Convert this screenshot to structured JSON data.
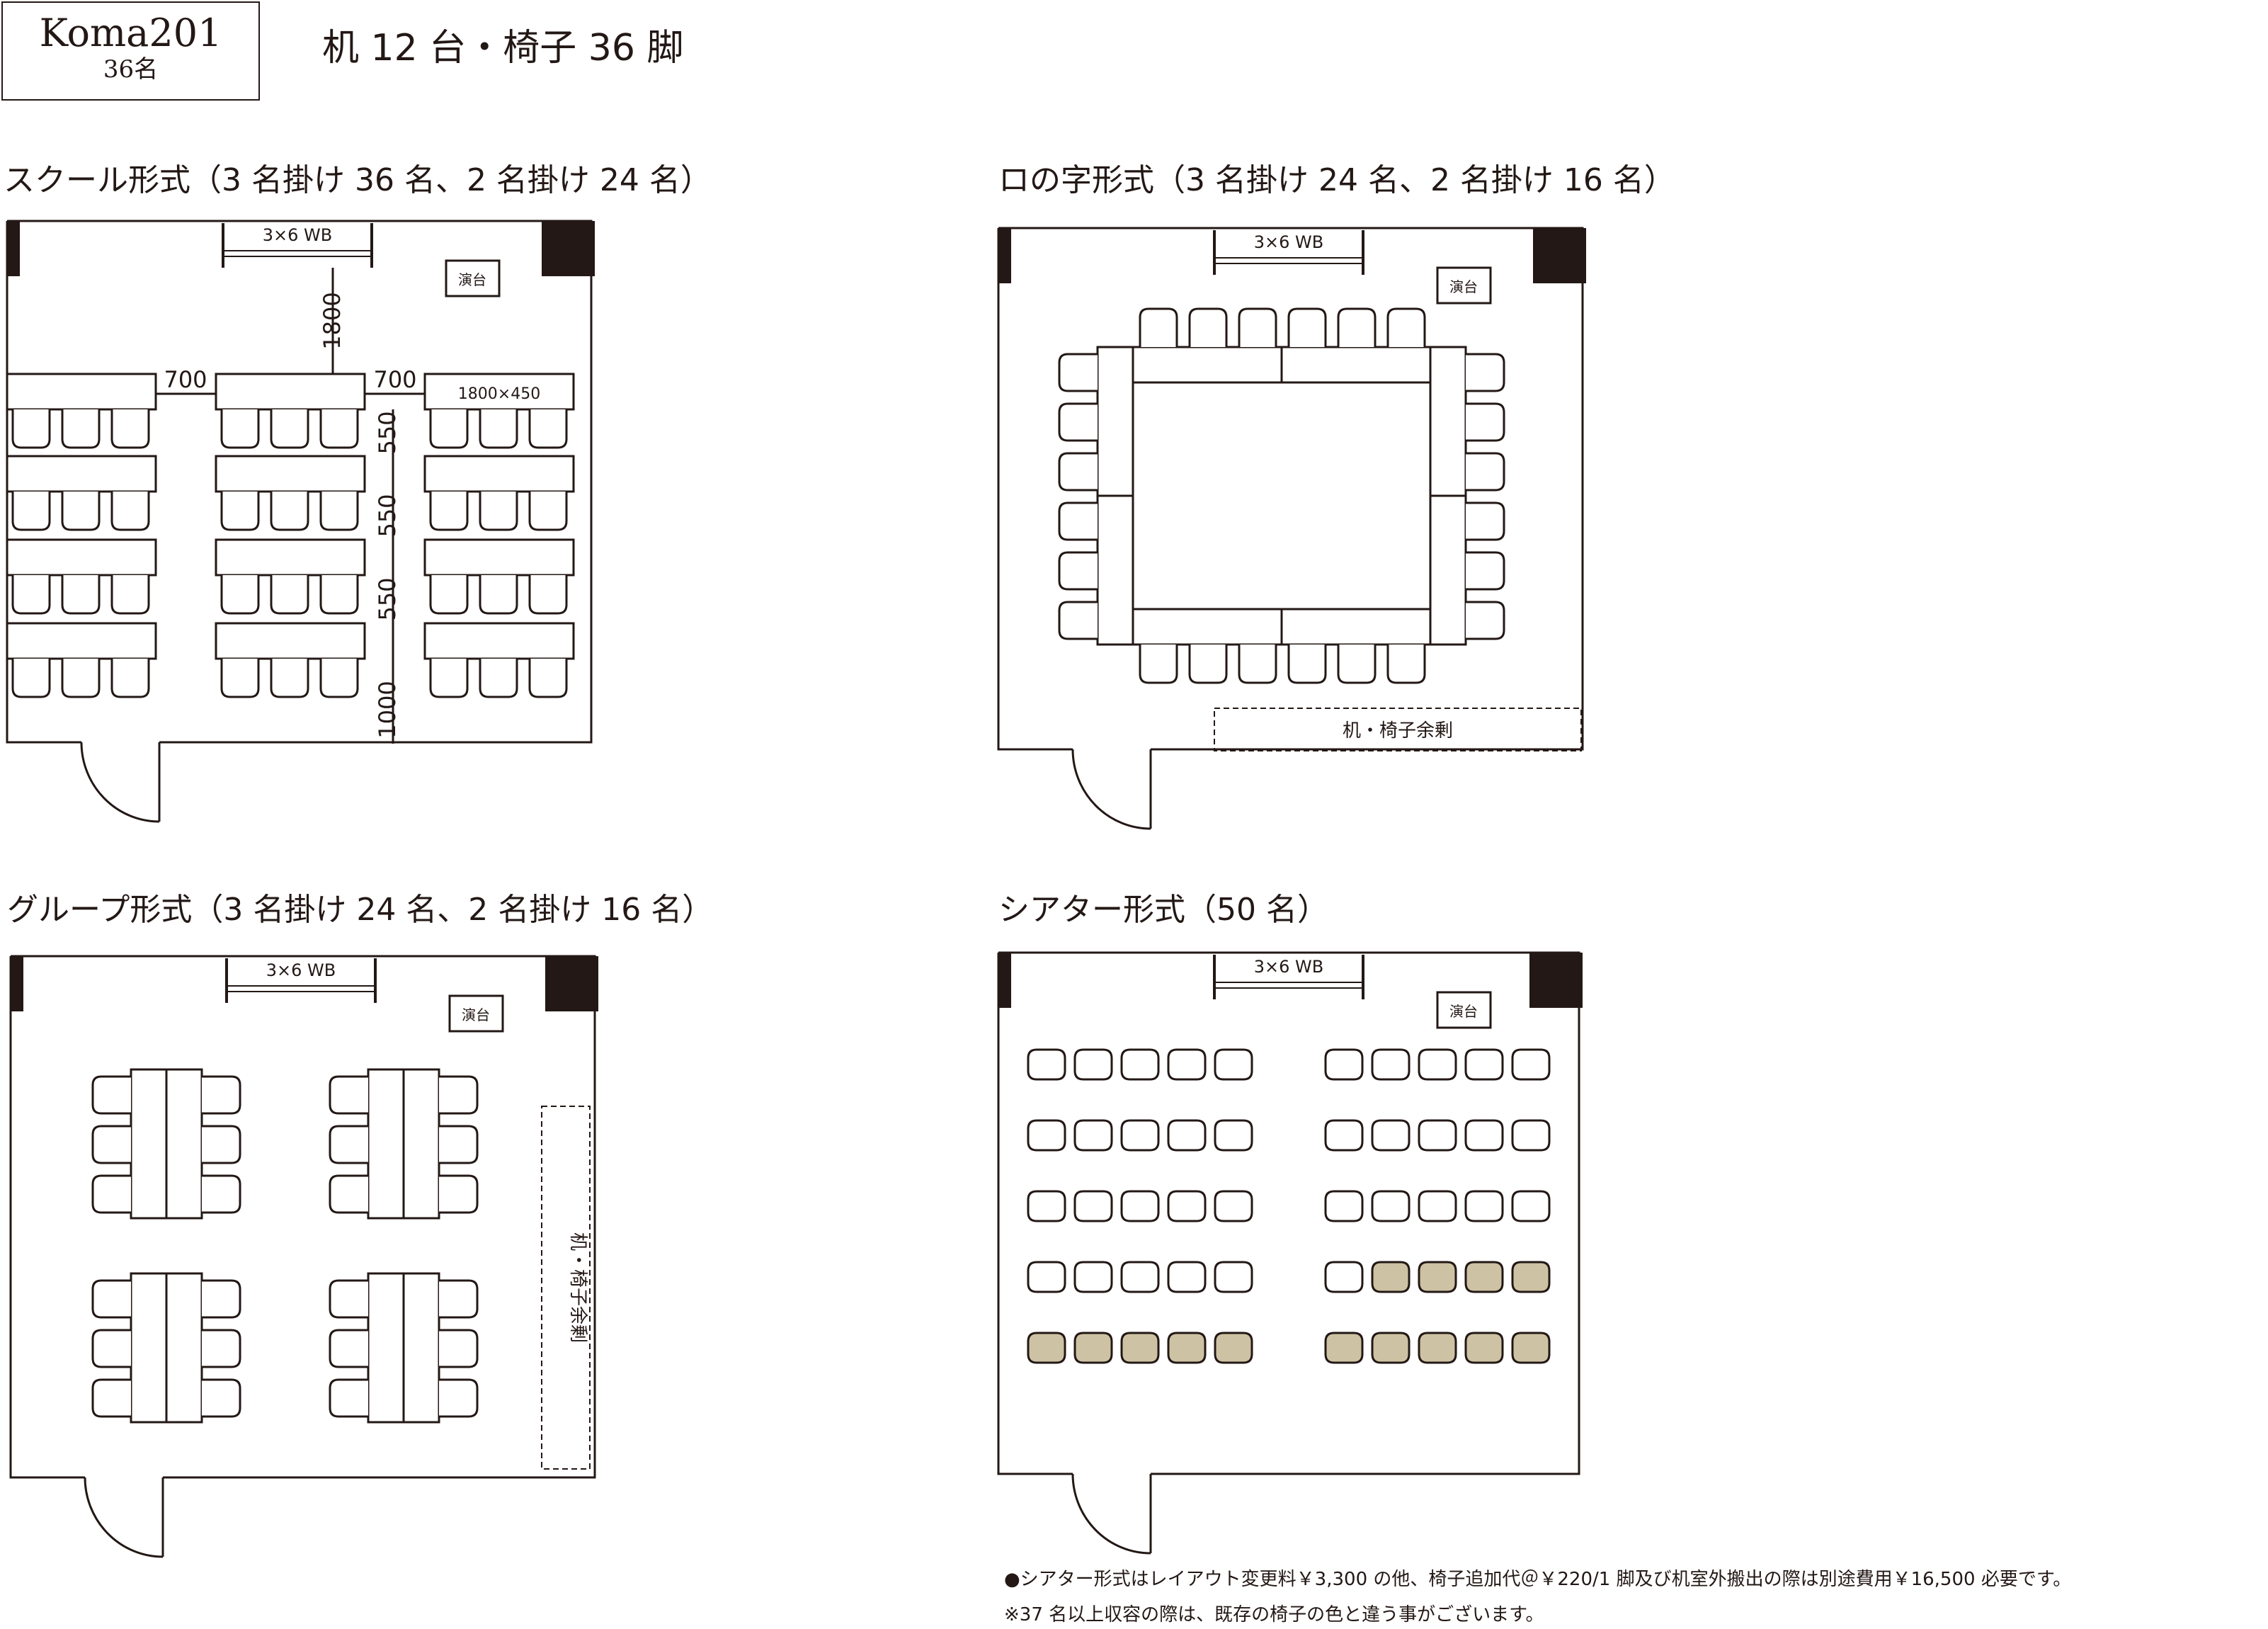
{
  "room": {
    "name": "Koma201",
    "capacity": "36名"
  },
  "summary": "机 12 台・椅子 36 脚",
  "common": {
    "whiteboard": "3×6 WB",
    "podium": "演台",
    "surplus": "机・椅子余剰"
  },
  "school": {
    "title": "スクール形式（3 名掛け 36 名、2 名掛け 24 名）",
    "dims": {
      "d700a": "700",
      "d700b": "700",
      "d1800": "1800",
      "d550a": "550",
      "d550b": "550",
      "d550c": "550",
      "d1000": "1000",
      "desk": "1800×450"
    }
  },
  "u_shape": {
    "title": "ロの字形式（3 名掛け 24 名、2 名掛け 16 名）"
  },
  "group": {
    "title": "グループ形式（3 名掛け 24 名、2 名掛け 16 名）"
  },
  "theater": {
    "title": "シアター形式（50 名）"
  },
  "colors": {
    "ink": "#231815",
    "extra_chair": "#cdc3a4"
  },
  "notes": [
    "●シアター形式はレイアウト変更料￥3,300 の他、椅子追加代＠￥220/1 脚及び机室外搬出の際は別途費用￥16,500 必要です。",
    "※37 名以上収容の際は、既存の椅子の色と違う事がございます。"
  ]
}
